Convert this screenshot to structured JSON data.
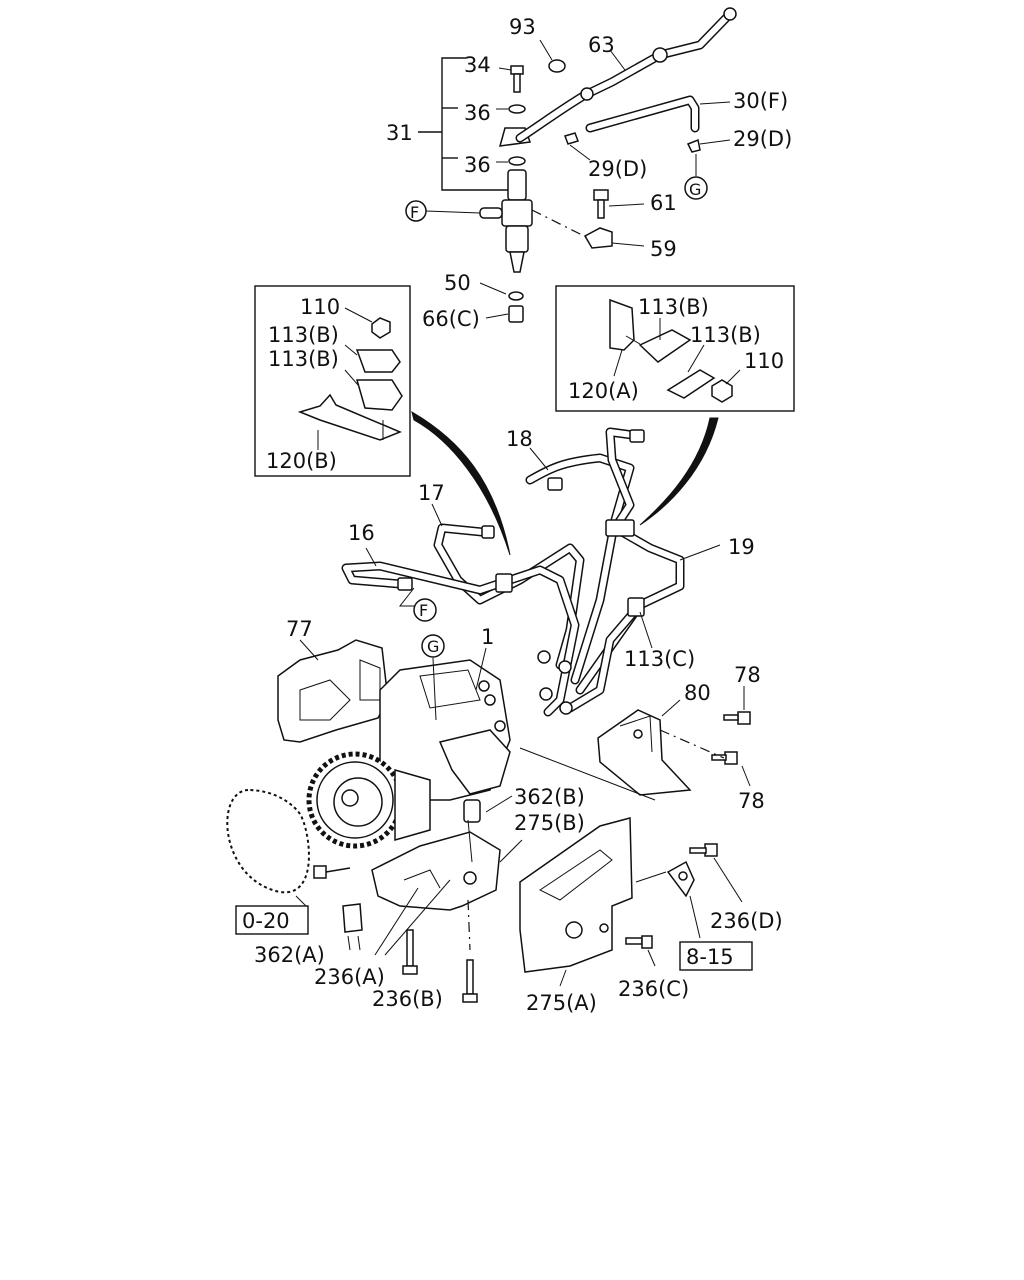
{
  "labels": {
    "l93": "93",
    "l63": "63",
    "l34": "34",
    "l36a": "36",
    "l36b": "36",
    "l31": "31",
    "l30f": "30(F)",
    "l29d_a": "29(D)",
    "l29d_b": "29(D)",
    "l61": "61",
    "l59": "59",
    "l50": "50",
    "l66c": "66(C)",
    "lF_top": "F",
    "lG_top": "G",
    "l110_left": "110",
    "l113b_l1": "113(B)",
    "l113b_l2": "113(B)",
    "l120b": "120(B)",
    "l113b_r1": "113(B)",
    "l113b_r2": "113(B)",
    "l110_right": "110",
    "l120a": "120(A)",
    "l18": "18",
    "l17": "17",
    "l16": "16",
    "l19": "19",
    "lF_mid": "F",
    "l113c": "113(C)",
    "l77": "77",
    "l1": "1",
    "lG_mid": "G",
    "l80": "80",
    "l78a": "78",
    "l78b": "78",
    "l362b": "362(B)",
    "l275b": "275(B)",
    "l020": "0-20",
    "l362a": "362(A)",
    "l236a": "236(A)",
    "l236b": "236(B)",
    "l275a": "275(A)",
    "l236c": "236(C)",
    "l236d": "236(D)",
    "l815": "8-15"
  }
}
